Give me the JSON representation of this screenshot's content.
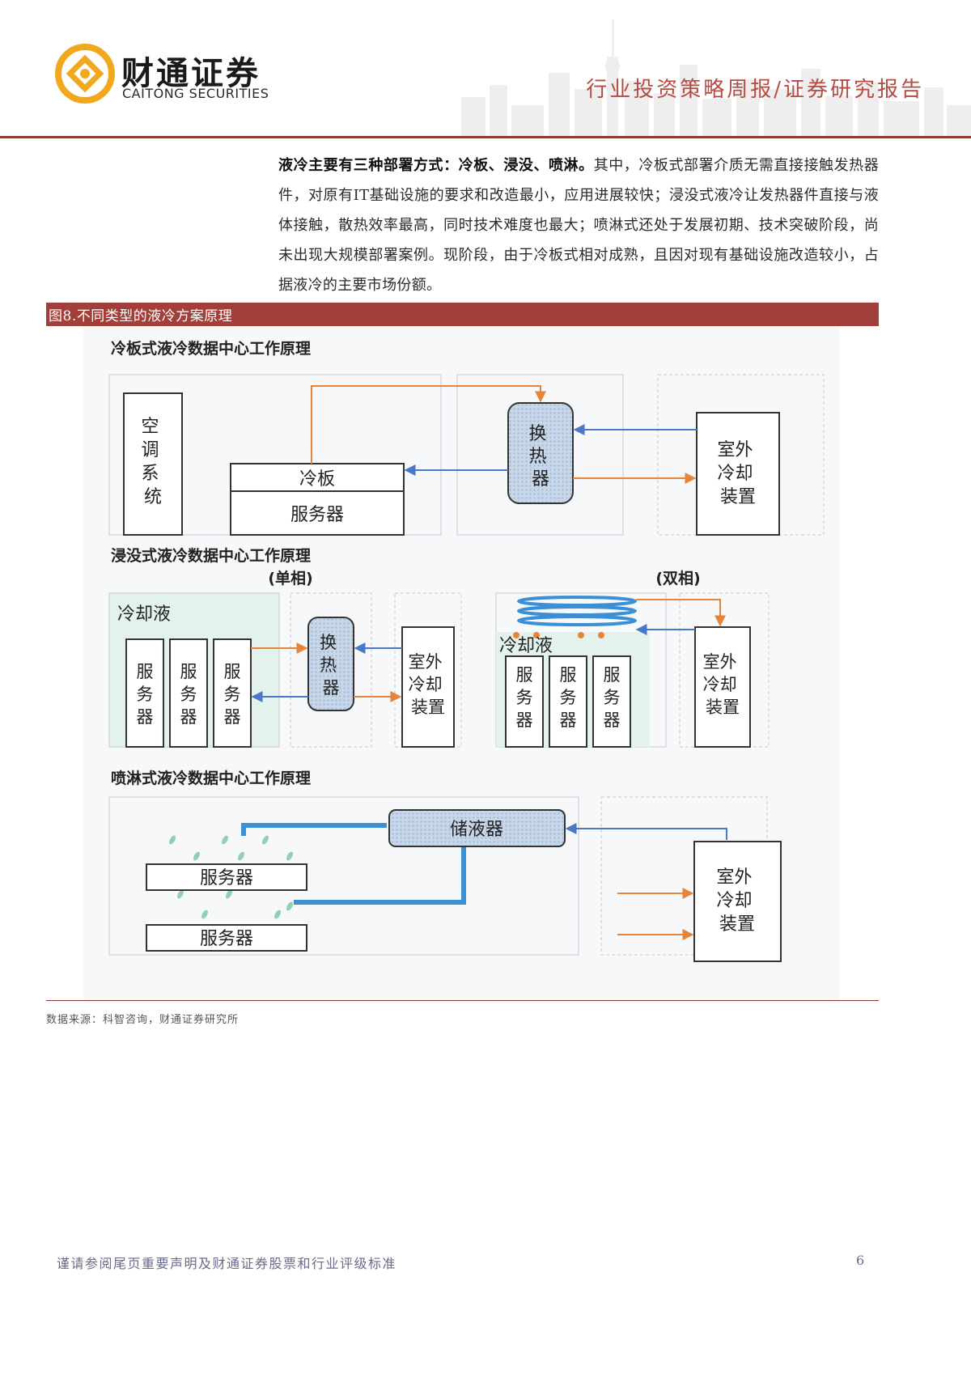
{
  "header": {
    "brand_cn": "财通证券",
    "brand_en": "CAITONG SECURITIES",
    "report_type": "行业投资策略周报/证券研究报告"
  },
  "paragraph": {
    "lead_bold": "液冷主要有三种部署方式：冷板、浸没、喷淋。",
    "rest": "其中，冷板式部署介质无需直接接触发热器件，对原有IT基础设施的要求和改造最小，应用进展较快；浸没式液冷让发热器件直接与液体接触，散热效率最高，同时技术难度也最大；喷淋式还处于发展初期、技术突破阶段，尚未出现大规模部署案例。现阶段，由于冷板式相对成熟，且因对现有基础设施改造较小，占据液冷的主要市场份额。"
  },
  "figure": {
    "caption": "图8.不同类型的液冷方案原理",
    "cold_plate": {
      "title": "冷板式液冷数据中心工作原理",
      "ac_system": "空调系统",
      "cold_plate": "冷板",
      "server": "服务器",
      "heat_exchanger": "换热器",
      "outdoor_cooling": "室外冷却装置"
    },
    "immersion": {
      "title": "浸没式液冷数据中心工作原理",
      "single_phase": "(单相)",
      "two_phase": "(双相)",
      "coolant": "冷却液",
      "server": "服务器",
      "heat_exchanger": "换热器",
      "outdoor_cooling": "室外冷却装置"
    },
    "spray": {
      "title": "喷淋式液冷数据中心工作原理",
      "reservoir": "储液器",
      "server": "服务器",
      "outdoor_cooling": "室外冷却装置"
    },
    "colors": {
      "orange_flow": "#e8833a",
      "blue_flow": "#4a78c8",
      "pipe_blue": "#3b8fd6",
      "coolant_fill": "#e3f2ec"
    }
  },
  "source": "数据来源：科智咨询，财通证券研究所",
  "footer": {
    "disclaimer": "谨请参阅尾页重要声明及财通证券股票和行业评级标准",
    "page_number": "6"
  }
}
